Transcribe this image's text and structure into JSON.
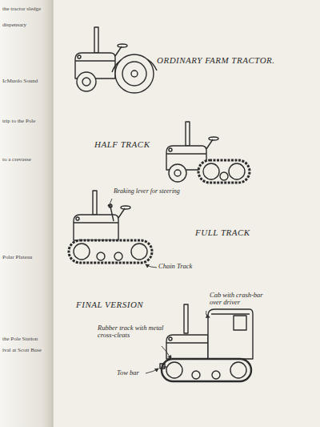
{
  "diagram": {
    "labels": [
      "ORDINARY FARM TRACTOR.",
      "HALF TRACK",
      "Braking lever for steering",
      "FULL TRACK",
      "Chain Track",
      "FINAL VERSION",
      "Cab with crash-bar over driver",
      "Rubber track with metal cross-cleats",
      "Tow bar",
      "the tractor sledge",
      "dispensary",
      "IcMurdo Sound",
      "trip to the Pole",
      "to a crevasse",
      "Polar Plateau",
      "the Pole Station",
      "ival at Scott Base"
    ]
  }
}
